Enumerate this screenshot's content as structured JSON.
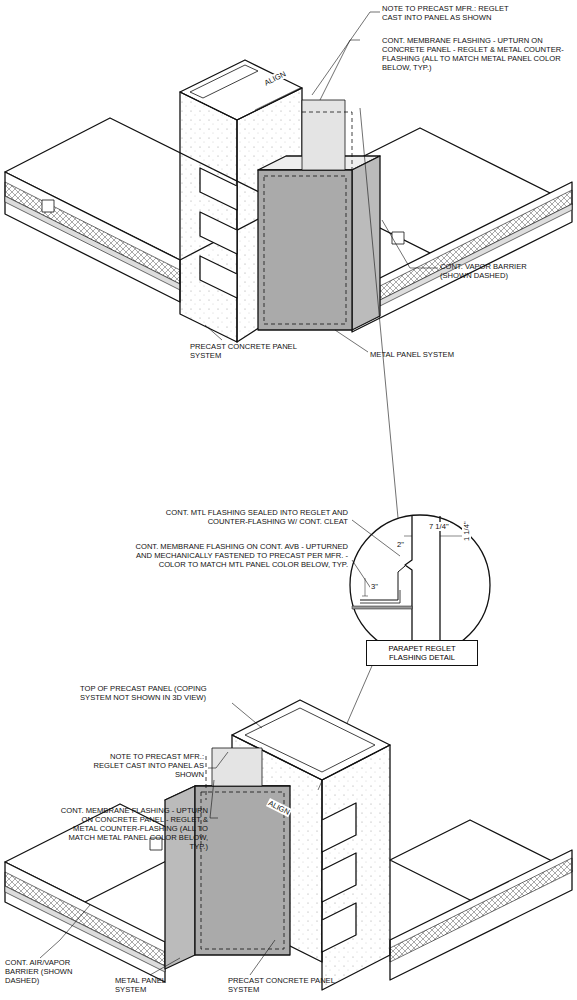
{
  "diagram": {
    "nodes": [
      {
        "text": [
          "PARAPET REGLET FLASHING DETAIL"
        ]
      }
    ],
    "labels": [
      "NOTE TO PRECAST MFR.: REGLET CAST INTO PANEL AS SHOWN",
      "CONT. MEMBRANE FLASHING - UPTURN ON CONCRETE PANEL - REGLET & METAL COUNTER-FLASHING (ALL TO MATCH METAL PANEL COLOR BELOW, TYP.)",
      "ALIGN",
      "CONT. VAPOR BARRIER (SHOWN DASHED)",
      "PRECAST CONCRETE PANEL SYSTEM",
      "METAL PANEL SYSTEM",
      "CONT. MTL FLASHING SEALED INTO REGLET AND COUNTER-FLASHING W/ CONT. CLEAT",
      "CONT. MEMBRANE FLASHING ON CONT. AVB - UPTURNED AND MECHANICALLY FASTENED TO PRECAST PER MFR. - COLOR TO MATCH MTL PANEL COLOR BELOW, TYP.",
      "7 1/4\"",
      "2\"",
      "1 1/4\"",
      "3\"",
      "TOP OF PRECAST PANEL (COPING SYSTEM NOT SHOWN IN 3D VIEW)",
      "NOTE TO PRECAST MFR.: REGLET CAST INTO PANEL AS SHOWN",
      "CONT. MEMBRANE FLASHING - UPTURN ON CONCRETE PANEL - REGLET & METAL COUNTER-FLASHING (ALL TO MATCH METAL PANEL COLOR BELOW, TYP.)",
      "ALIGN",
      "CONT. AIR/VAPOR BARRIER (SHOWN DASHED)",
      "METAL PANEL SYSTEM",
      "PRECAST CONCRETE PANEL SYSTEM"
    ]
  }
}
